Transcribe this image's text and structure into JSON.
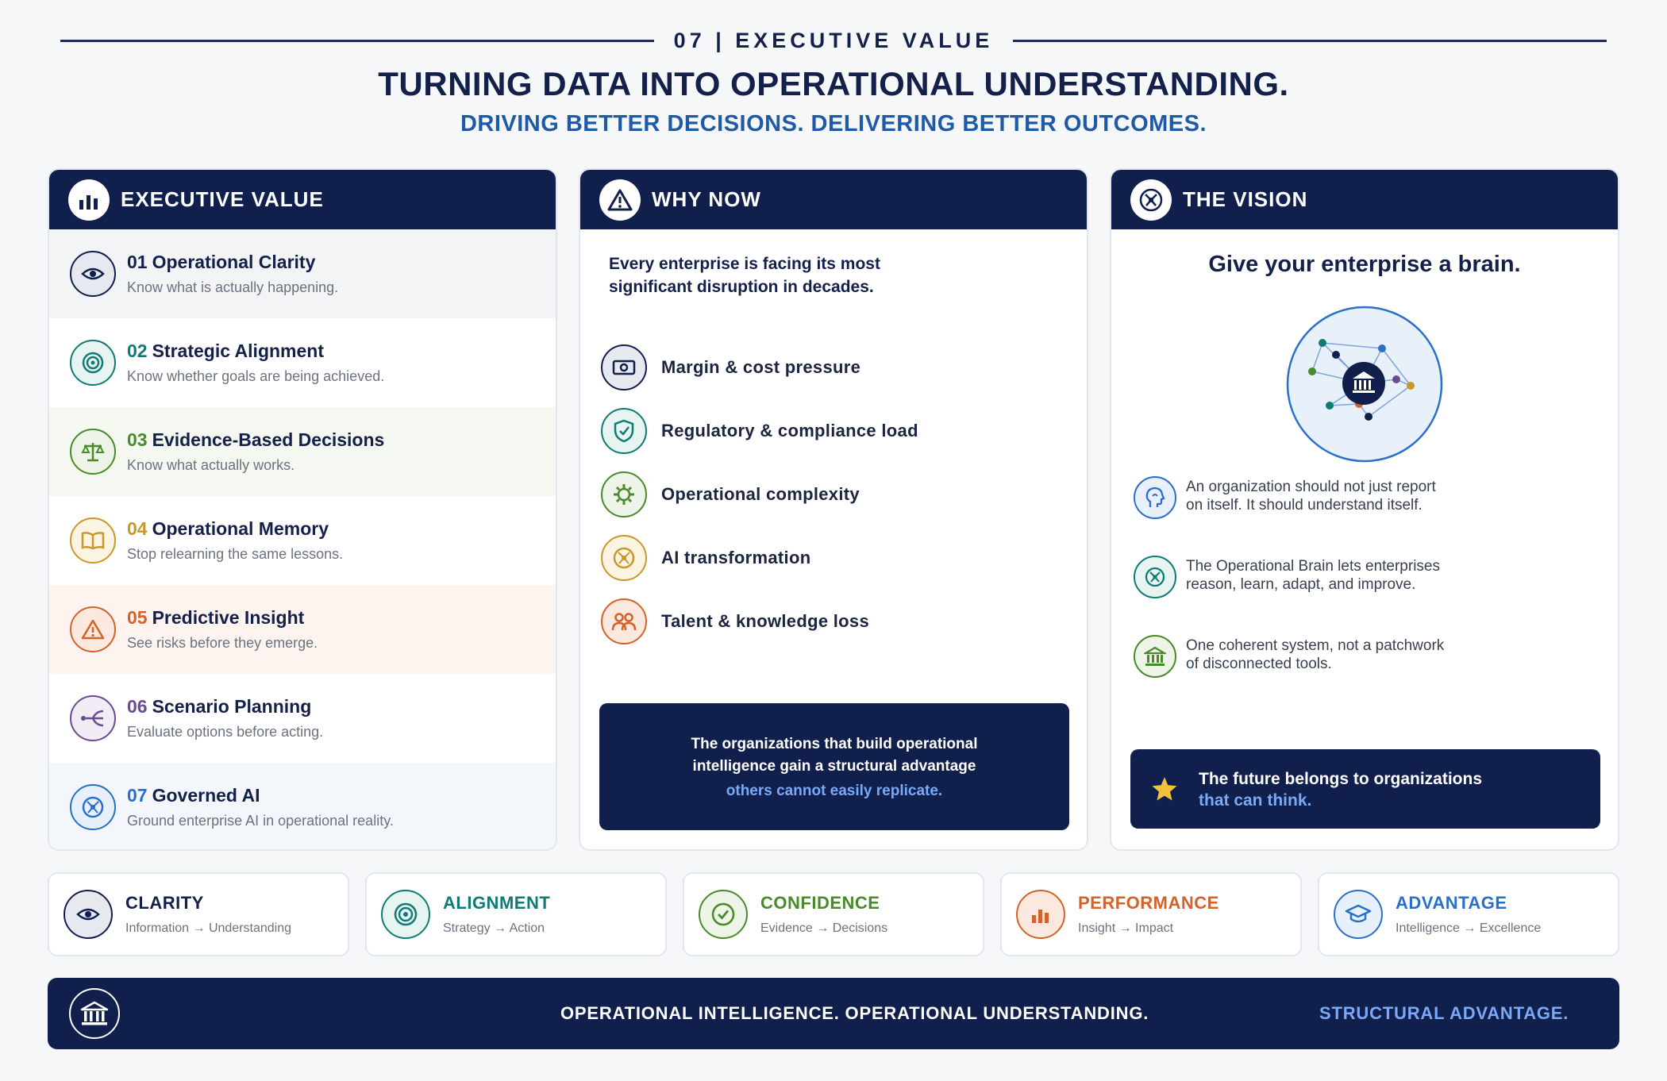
{
  "header": {
    "section_tag": "07 | EXECUTIVE VALUE",
    "title": "TURNING DATA INTO OPERATIONAL UNDERSTANDING.",
    "subtitle": "DRIVING BETTER DECISIONS. DELIVERING BETTER OUTCOMES."
  },
  "colors": {
    "navy": "#111f4d",
    "blue_accent": "#1f5aa6",
    "light_blue": "#7aa9f5",
    "teal": "#0f7b75",
    "green": "#4a8a2a",
    "gold": "#c9982a",
    "orange": "#d4622a",
    "purple": "#6b4c8f",
    "blue": "#2a6fc9"
  },
  "executive_value": {
    "title": "EXECUTIVE VALUE",
    "icon": "bar-chart-icon",
    "items": [
      {
        "num": "01",
        "title": "Operational Clarity",
        "desc": "Know what is actually happening.",
        "icon": "eye-icon"
      },
      {
        "num": "02",
        "title": "Strategic Alignment",
        "desc": "Know whether goals are being achieved.",
        "icon": "target-icon"
      },
      {
        "num": "03",
        "title": "Evidence-Based Decisions",
        "desc": "Know what actually works.",
        "icon": "scale-icon"
      },
      {
        "num": "04",
        "title": "Operational Memory",
        "desc": "Stop relearning the same lessons.",
        "icon": "book-icon"
      },
      {
        "num": "05",
        "title": "Predictive Insight",
        "desc": "See risks before they emerge.",
        "icon": "warning-icon"
      },
      {
        "num": "06",
        "title": "Scenario Planning",
        "desc": "Evaluate options before acting.",
        "icon": "branch-icon"
      },
      {
        "num": "07",
        "title": "Governed AI",
        "desc": "Ground enterprise AI in operational reality.",
        "icon": "ai-network-icon"
      }
    ]
  },
  "why_now": {
    "title": "WHY NOW",
    "icon": "alert-triangle-icon",
    "intro": "Every enterprise is facing its most significant disruption in decades.",
    "items": [
      {
        "label": "Margin & cost pressure",
        "icon": "money-icon"
      },
      {
        "label": "Regulatory & compliance load",
        "icon": "shield-check-icon"
      },
      {
        "label": "Operational complexity",
        "icon": "gear-icon"
      },
      {
        "label": "AI transformation",
        "icon": "ai-network-icon"
      },
      {
        "label": "Talent & knowledge loss",
        "icon": "people-icon"
      }
    ],
    "callout_line1": "The organizations that build operational",
    "callout_line2": "intelligence gain a structural advantage",
    "callout_accent": "others cannot easily replicate."
  },
  "vision": {
    "title": "THE VISION",
    "icon": "ai-network-icon",
    "headline": "Give your enterprise a brain.",
    "items": [
      {
        "text": "An organization should not just report on itself. It should understand itself.",
        "icon": "head-icon"
      },
      {
        "text": "The Operational Brain lets enterprises reason, learn, adapt, and improve.",
        "icon": "ai-network-icon"
      },
      {
        "text": "One coherent system, not a patchwork of disconnected tools.",
        "icon": "institution-icon"
      }
    ],
    "callout_line1": "The future belongs to organizations",
    "callout_accent": "that can think.",
    "callout_icon": "star-icon"
  },
  "cards": [
    {
      "title": "CLARITY",
      "from": "Information",
      "to": "Understanding",
      "icon": "eye-icon"
    },
    {
      "title": "ALIGNMENT",
      "from": "Strategy",
      "to": "Action",
      "icon": "target-icon"
    },
    {
      "title": "CONFIDENCE",
      "from": "Evidence",
      "to": "Decisions",
      "icon": "check-circle-icon"
    },
    {
      "title": "PERFORMANCE",
      "from": "Insight",
      "to": "Impact",
      "icon": "bar-chart-icon"
    },
    {
      "title": "ADVANTAGE",
      "from": "Intelligence",
      "to": "Excellence",
      "icon": "graduation-cap-icon"
    }
  ],
  "footer": {
    "main": "OPERATIONAL INTELLIGENCE. OPERATIONAL UNDERSTANDING.",
    "accent": "STRUCTURAL ADVANTAGE.",
    "icon": "institution-icon"
  }
}
